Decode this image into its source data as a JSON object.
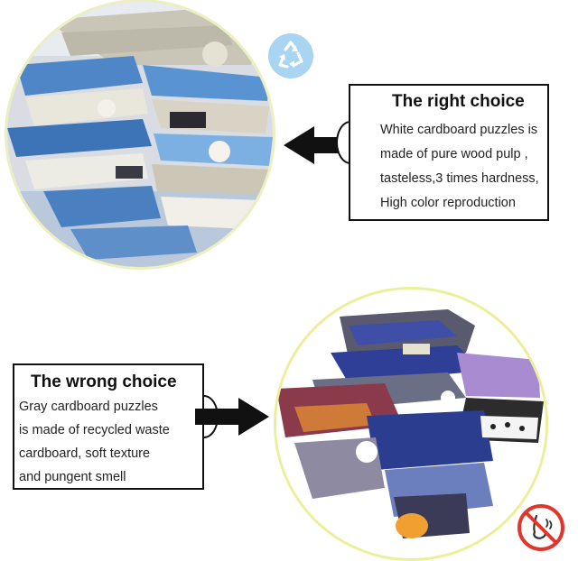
{
  "right_choice": {
    "title": "The right choice",
    "lines": [
      "White cardboard puzzles is",
      "made of pure wood pulp ,",
      "tasteless,3 times hardness,",
      "High color reproduction"
    ]
  },
  "wrong_choice": {
    "title": "The wrong choice",
    "lines": [
      "Gray cardboard puzzles",
      "is made of recycled waste",
      "cardboard, soft texture",
      "and pungent smell"
    ]
  },
  "icons": {
    "recycle": "recycle-icon",
    "no_smell": "no-smell-icon",
    "left_arrow": "arrow-left-icon",
    "right_arrow": "arrow-right-icon"
  },
  "colors": {
    "recycle_badge": "#a9d4f2",
    "no_smell_badge": "#e0372c",
    "arrow": "#111111",
    "photo_ring_top": "#ecefc0",
    "photo_ring_bottom": "#ecef9a"
  }
}
